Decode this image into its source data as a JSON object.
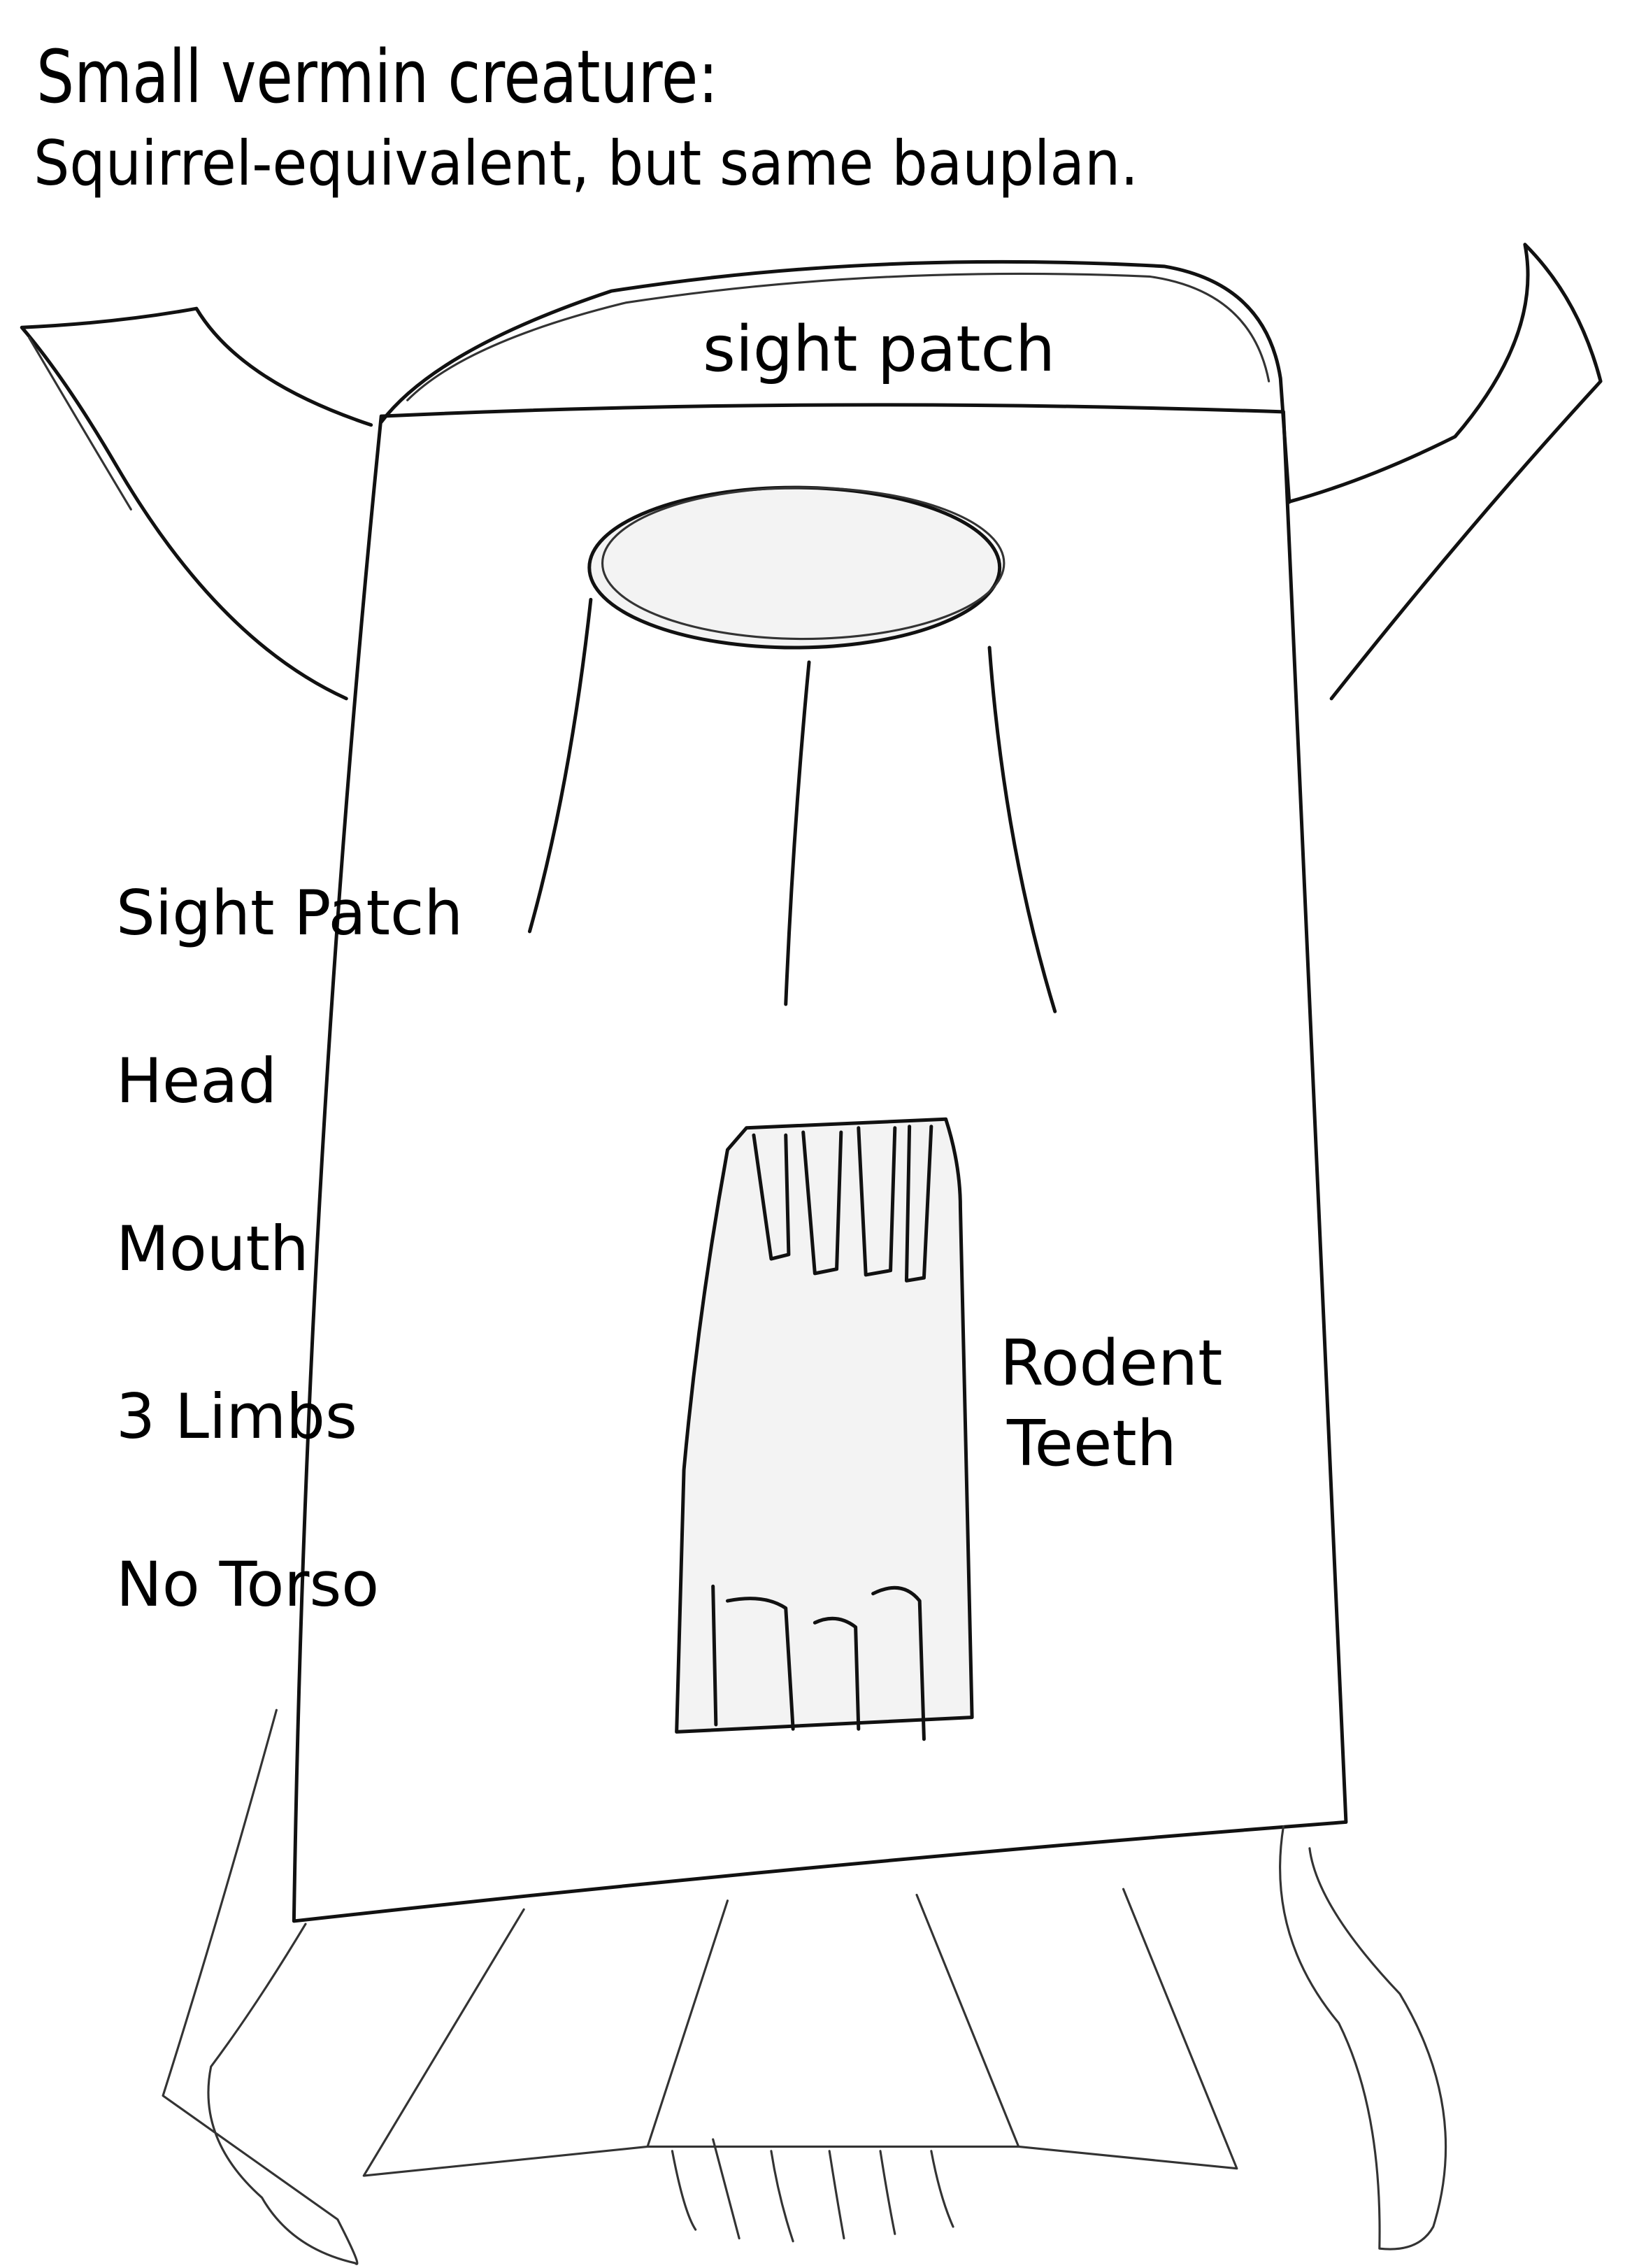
{
  "title": "Small vermin creature:",
  "subtitle": "Squirrel-equivalent, but same bauplan.",
  "labels": {
    "top_sight_patch": "sight patch",
    "sight_patch": "Sight Patch",
    "head": "Head",
    "mouth": "Mouth",
    "limbs": "3 Limbs",
    "no_torso": "No Torso",
    "rodent": "Rodent",
    "teeth": "Teeth"
  }
}
